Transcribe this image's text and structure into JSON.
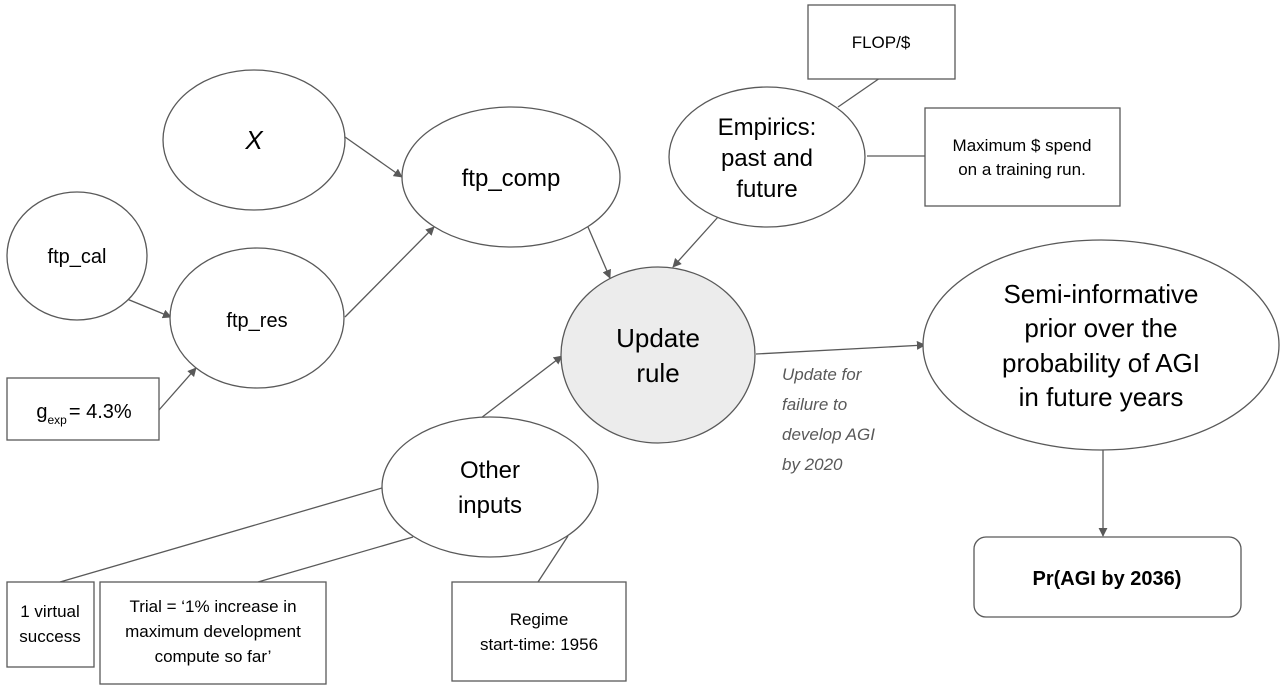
{
  "diagram": {
    "colors": {
      "stroke": "#595959",
      "highlight_fill": "#ececec",
      "annotation_text": "#595959"
    },
    "nodes": {
      "x": {
        "lines": [
          "X"
        ]
      },
      "ftp_comp": {
        "lines": [
          "ftp_comp"
        ]
      },
      "ftp_cal": {
        "lines": [
          "ftp_cal"
        ]
      },
      "ftp_res": {
        "lines": [
          "ftp_res"
        ]
      },
      "g_exp": {
        "base": "g",
        "subscript": "exp",
        "rest": "= 4.3%"
      },
      "empirics": {
        "lines": [
          "Empirics:",
          "past and",
          "future"
        ]
      },
      "flop_per_dollar": {
        "lines": [
          "FLOP/$"
        ]
      },
      "max_spend": {
        "lines": [
          "Maximum $ spend",
          "on a training run."
        ]
      },
      "update_rule": {
        "lines": [
          "Update",
          "rule"
        ]
      },
      "semi_informative_prior": {
        "lines": [
          "Semi-informative",
          "prior over the",
          "probability of AGI",
          "in future years"
        ]
      },
      "pr_agi": {
        "lines": [
          "Pr(AGI by 2036)"
        ]
      },
      "other_inputs": {
        "lines": [
          "Other",
          "inputs"
        ]
      },
      "virtual_success": {
        "lines": [
          "1 virtual",
          "success"
        ]
      },
      "trial_definition": {
        "lines": [
          "Trial = ‘1% increase in",
          "maximum development",
          "compute so far’"
        ]
      },
      "regime_start": {
        "lines": [
          "Regime",
          "start-time: 1956"
        ]
      }
    },
    "edge_annotation": {
      "lines": [
        "Update for",
        "failure to",
        "develop AGI",
        "by 2020"
      ]
    },
    "edges": [
      {
        "from": "x",
        "to": "ftp_comp",
        "arrow": true
      },
      {
        "from": "ftp_cal",
        "to": "ftp_res",
        "arrow": true
      },
      {
        "from": "g_exp",
        "to": "ftp_res",
        "arrow": true
      },
      {
        "from": "ftp_res",
        "to": "ftp_comp",
        "arrow": true
      },
      {
        "from": "ftp_comp",
        "to": "update_rule",
        "arrow": true
      },
      {
        "from": "empirics",
        "to": "update_rule",
        "arrow": true
      },
      {
        "from": "flop_per_dollar",
        "to": "empirics",
        "arrow": false
      },
      {
        "from": "max_spend",
        "to": "empirics",
        "arrow": false
      },
      {
        "from": "other_inputs",
        "to": "update_rule",
        "arrow": true
      },
      {
        "from": "update_rule",
        "to": "semi_informative_prior",
        "arrow": true
      },
      {
        "from": "semi_informative_prior",
        "to": "pr_agi",
        "arrow": true
      },
      {
        "from": "virtual_success",
        "to": "other_inputs",
        "arrow": false
      },
      {
        "from": "trial_definition",
        "to": "other_inputs",
        "arrow": false
      },
      {
        "from": "regime_start",
        "to": "other_inputs",
        "arrow": false
      }
    ]
  }
}
